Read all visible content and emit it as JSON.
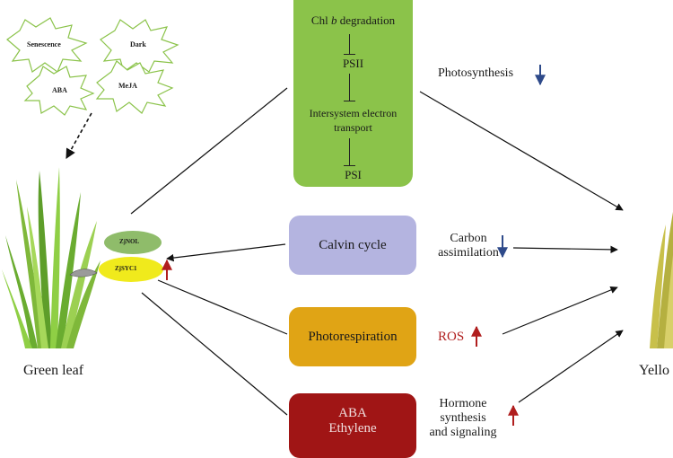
{
  "stress_factors": [
    "Senescence",
    "Dark",
    "ABA",
    "MeJA"
  ],
  "chloroplast_box": {
    "line1": "Chl b degradation",
    "psii": "PSII",
    "intersystem": "Intersystem electron transport",
    "psi": "PSI"
  },
  "pathway_boxes": {
    "calvin": "Calvin cycle",
    "photorespiration": "Photorespiration",
    "aba_line1": "ABA",
    "aba_line2": "Ethylene"
  },
  "effects": {
    "photosynthesis": "Photosynthesis",
    "carbon_line1": "Carbon",
    "carbon_line2": "assimilation",
    "ros": "ROS",
    "hormone_line1": "Hormone",
    "hormone_line2": "synthesis",
    "hormone_line3": "and signaling"
  },
  "genes": {
    "upper": "ZjNOL",
    "lower": "ZjSYC1"
  },
  "leaf_labels": {
    "green": "Green leaf",
    "yellow": "Yello"
  },
  "colors": {
    "chloroplast_box": "#8bc34a",
    "calvin_box": "#b4b4e0",
    "photorespiration_box": "#e0a415",
    "aba_box": "#a01515",
    "down_arrow": "#2e4a8a",
    "up_arrow": "#b01e1e",
    "gene_upper_ellipse": "#8fbc6a",
    "gene_lower_ellipse": "#f0ea1c",
    "burst_stroke": "#8bc34a"
  }
}
